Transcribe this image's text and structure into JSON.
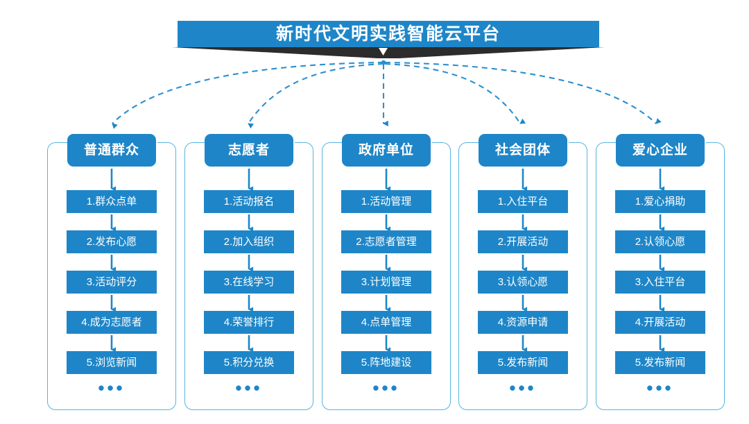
{
  "banner": {
    "title": "新时代文明实践智能云平台",
    "accent_color": "#1e86c8",
    "shadow_color": "#2c2c2c"
  },
  "columns": [
    {
      "header": "普通群众",
      "items": [
        "1.群众点单",
        "2.发布心愿",
        "3.活动评分",
        "4.成为志愿者",
        "5.浏览新闻"
      ],
      "more": "•••"
    },
    {
      "header": "志愿者",
      "items": [
        "1.活动报名",
        "2.加入组织",
        "3.在线学习",
        "4.荣誉排行",
        "5.积分兑换"
      ],
      "more": "•••"
    },
    {
      "header": "政府单位",
      "items": [
        "1.活动管理",
        "2.志愿者管理",
        "3.计划管理",
        "4.点单管理",
        "5.阵地建设"
      ],
      "more": "•••"
    },
    {
      "header": "社会团体",
      "items": [
        "1.入住平台",
        "2.开展活动",
        "3.认领心愿",
        "4.资源申请",
        "5.发布新闻"
      ],
      "more": "•••"
    },
    {
      "header": "爱心企业",
      "items": [
        "1.爱心捐助",
        "2.认领心愿",
        "3.入住平台",
        "4.开展活动",
        "5.发布新闻"
      ],
      "more": "•••"
    }
  ],
  "style": {
    "box_color": "#1e86c8",
    "outline_color": "#56b3e2",
    "connector_color": "#2a8fd0",
    "arrow_color": "#1e86c8"
  }
}
